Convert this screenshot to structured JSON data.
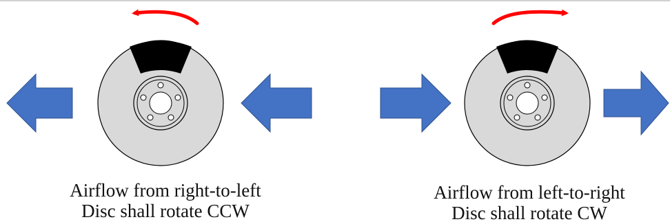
{
  "panels": [
    {
      "airflow_text": "Airflow from right-to-left",
      "rotation_text": "Disc shall rotate CCW",
      "airflow_direction": "right-to-left",
      "rotation_direction": "CCW"
    },
    {
      "airflow_text": "Airflow from left-to-right",
      "rotation_text": "Disc shall rotate CW",
      "airflow_direction": "left-to-right",
      "rotation_direction": "CW"
    }
  ],
  "colors": {
    "airflow_arrow": "#4472C4",
    "airflow_arrow_edge": "#2F528F",
    "rotation_arrow": "#FF0000",
    "disc_fill": "#D9D9D9",
    "caliper_fill": "#000000",
    "outline": "#000000"
  }
}
